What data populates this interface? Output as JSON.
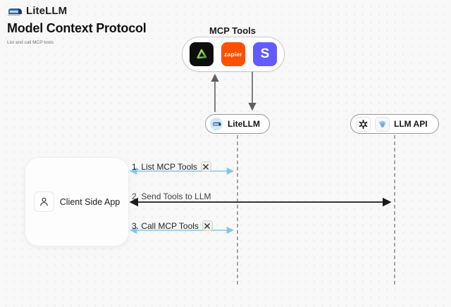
{
  "header": {
    "brand": "LiteLLM",
    "title": "Model Context Protocol",
    "subtitle": "List and call MCP tools"
  },
  "mcp": {
    "label": "MCP Tools",
    "tools": [
      {
        "name": "triangle-tool-icon",
        "label": ""
      },
      {
        "name": "zapier-icon",
        "label": "zapier"
      },
      {
        "name": "stripe-icon",
        "label": "S"
      }
    ]
  },
  "nodes": {
    "litellm": {
      "label": "LiteLLM",
      "icon": "litellm-logo"
    },
    "llm_api": {
      "label": "LLM API",
      "icons": [
        "openai-icon",
        "llm-provider-icon"
      ]
    },
    "client": {
      "label": "Client Side App",
      "icon": "person-icon"
    }
  },
  "sequence": {
    "steps": [
      {
        "label": "1. List MCP Tools",
        "icon": "tools-badge-icon",
        "arrow_color": "#85c6ea",
        "direction": "both"
      },
      {
        "label": "2. Send Tools to LLM",
        "icon": null,
        "arrow_color": "#1a1a1a",
        "direction": "both"
      },
      {
        "label": "3. Call MCP Tools",
        "icon": "tools-badge-icon",
        "arrow_color": "#85c6ea",
        "direction": "both"
      }
    ]
  },
  "colors": {
    "background": "#f8f8f8",
    "dot_grid": "#eaeaea",
    "blue_arrow": "#85c6ea",
    "black_arrow": "#1a1a1a",
    "gray_arrow": "#5f5f5f",
    "lifeline": "#a3a3a3",
    "zapier_orange": "#ff4f00",
    "stripe_purple": "#635bff",
    "tool_black": "#0e0e0e",
    "triangle_green_start": "#c6e84f",
    "triangle_green_end": "#2ea84f",
    "litellm_icon_bg": "#cfe9f8"
  }
}
